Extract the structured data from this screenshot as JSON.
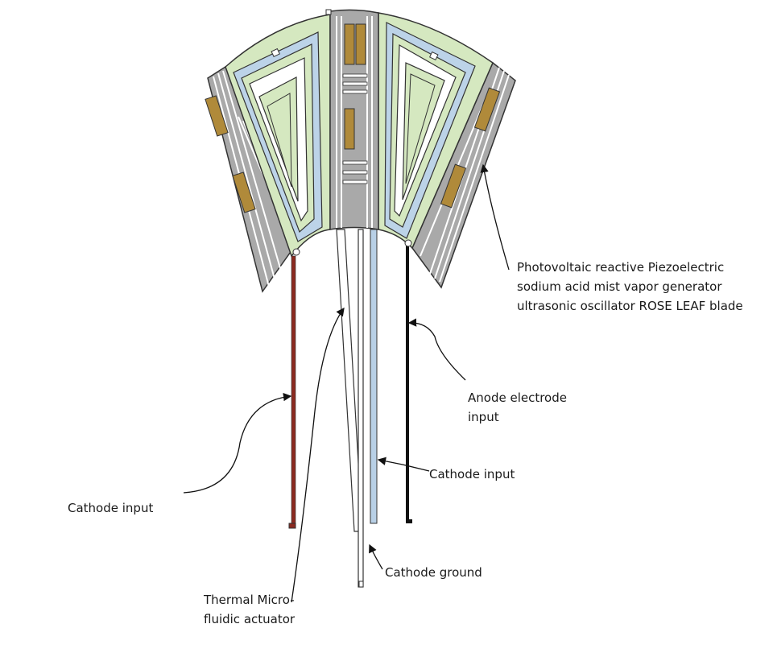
{
  "labels": {
    "blade": [
      "Photovoltaic reactive Piezoelectric",
      "sodium acid mist vapor generator",
      "ultrasonic oscillator ROSE LEAF blade"
    ],
    "anode": [
      "Anode electrode",
      "input"
    ],
    "cathode_right": "Cathode input",
    "cathode_left": "Cathode input",
    "cathode_ground": "Cathode ground",
    "thermal": [
      "Thermal Micro-",
      "fluidic actuator"
    ]
  },
  "colors": {
    "leaf_green": "#d5e8c0",
    "channel_blue": "#bcd3e8",
    "fin_gray": "#a9a9a9",
    "cell_gold": "#b08a3a",
    "wire_red": "#8b2a20",
    "wire_black": "#111111",
    "wire_blue": "#b8d0e6",
    "outline": "#333333"
  }
}
